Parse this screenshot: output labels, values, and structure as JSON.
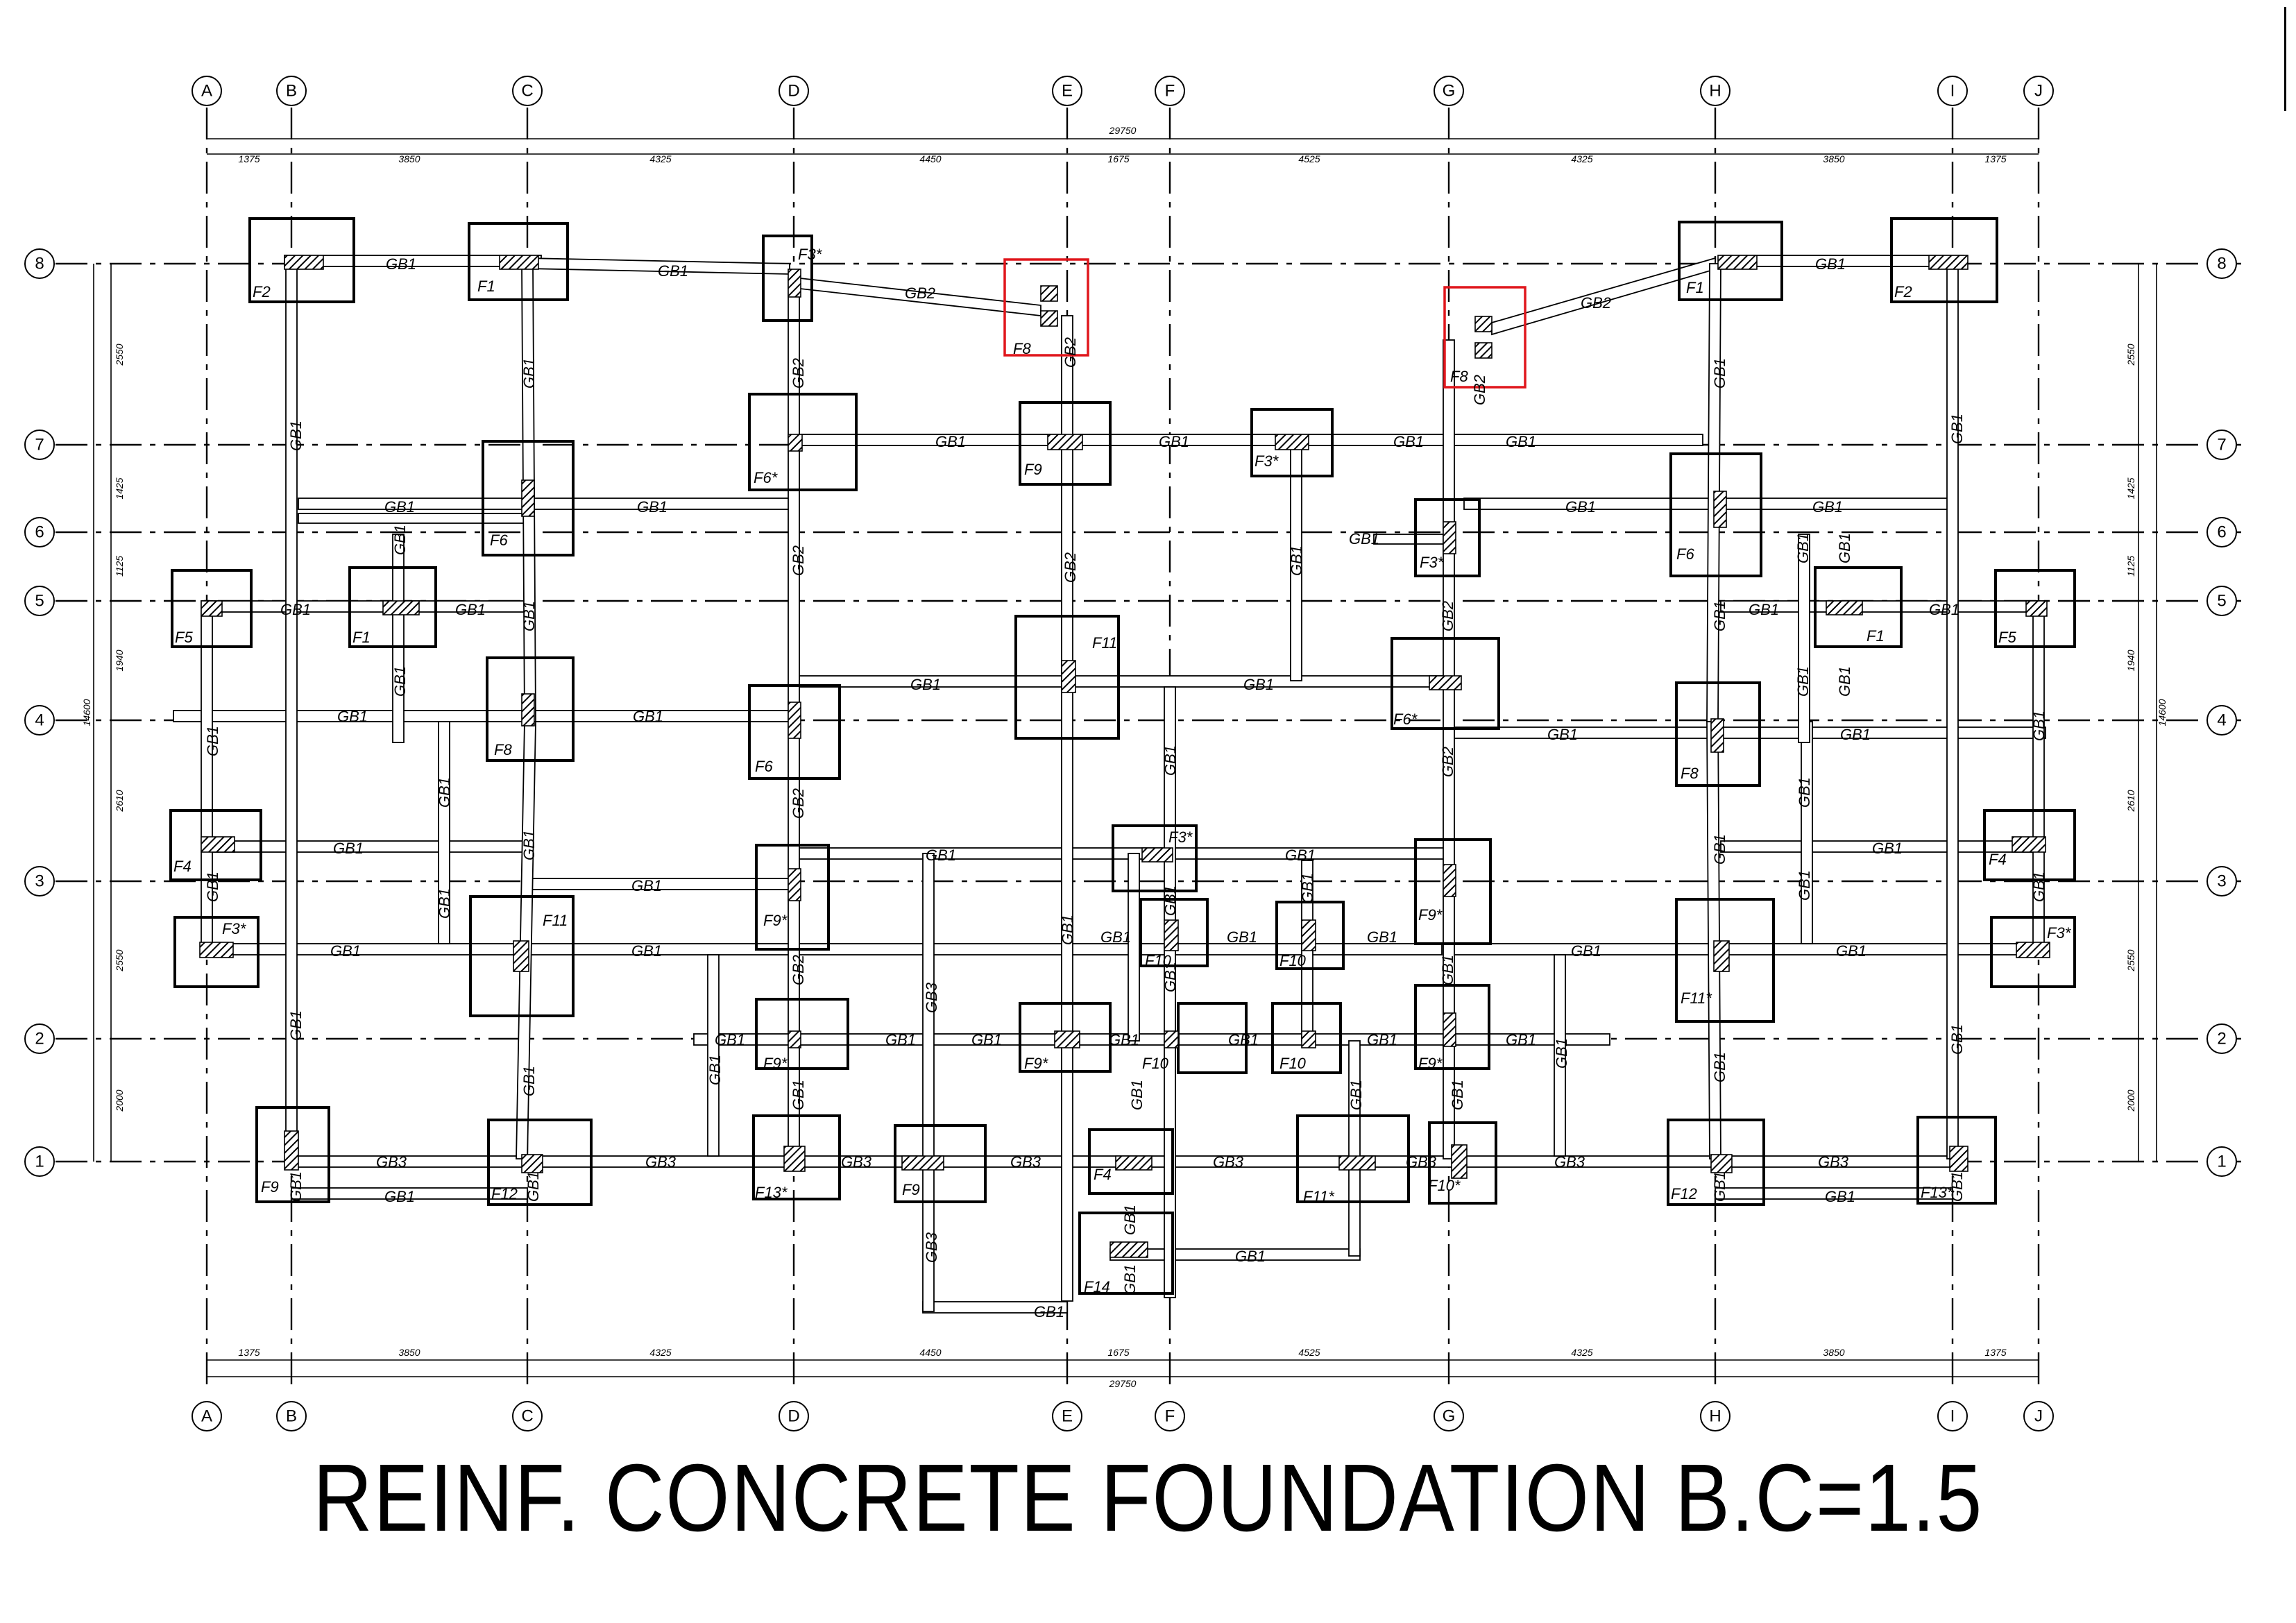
{
  "drawing": {
    "title": "REINF. CONCRETE FOUNDATION B.C=1.5",
    "columns": [
      "A",
      "B",
      "C",
      "D",
      "E",
      "F",
      "G",
      "H",
      "I",
      "J"
    ],
    "rows": [
      "8",
      "7",
      "6",
      "5",
      "4",
      "3",
      "2",
      "1"
    ],
    "overall_dim": "29750",
    "top_dims": [
      "1375",
      "3850",
      "4325",
      "4450",
      "1675",
      "4525",
      "4325",
      "3850",
      "1375"
    ],
    "bottom_dims": [
      "1375",
      "3850",
      "4325",
      "4450",
      "1675",
      "4525",
      "4325",
      "3850",
      "1375"
    ],
    "left_dims": [
      "2550",
      "1425",
      "1125",
      "1940",
      "2610",
      "2550",
      "2000"
    ],
    "right_dims": [
      "2550",
      "1425",
      "1125",
      "1940",
      "2610",
      "2550",
      "2000"
    ],
    "side_total": "14600",
    "footings": [
      "F1",
      "F2",
      "F3*",
      "F4",
      "F5",
      "F6",
      "F6*",
      "F8",
      "F9",
      "F9*",
      "F10",
      "F10*",
      "F11",
      "F11*",
      "F12",
      "F13*",
      "F14"
    ],
    "beams": [
      "GB1",
      "GB2",
      "GB3"
    ],
    "accent_color": "#e0161c"
  }
}
